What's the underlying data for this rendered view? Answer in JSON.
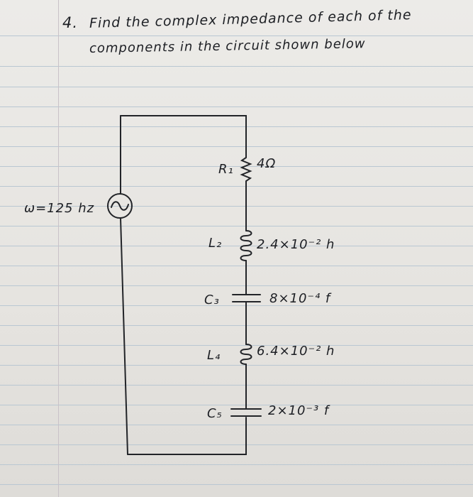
{
  "problem": {
    "number": "4.",
    "line1": "Find the complex impedance of each of the",
    "line2": "components in the circuit shown below"
  },
  "source": {
    "label": "ω=125 hz"
  },
  "components": [
    {
      "id": "R1",
      "label": "R₁",
      "value": "4Ω"
    },
    {
      "id": "L2",
      "label": "L₂",
      "value": "2.4×10⁻² h"
    },
    {
      "id": "C3",
      "label": "C₃",
      "value": "8×10⁻⁴ f"
    },
    {
      "id": "L4",
      "label": "L₄",
      "value": "6.4×10⁻² h"
    },
    {
      "id": "C5",
      "label": "C₅",
      "value": "2×10⁻³ f"
    }
  ],
  "colors": {
    "paper": "#ebe9e5",
    "rule": "#b9c7d2",
    "ink": "#1d1f24"
  }
}
